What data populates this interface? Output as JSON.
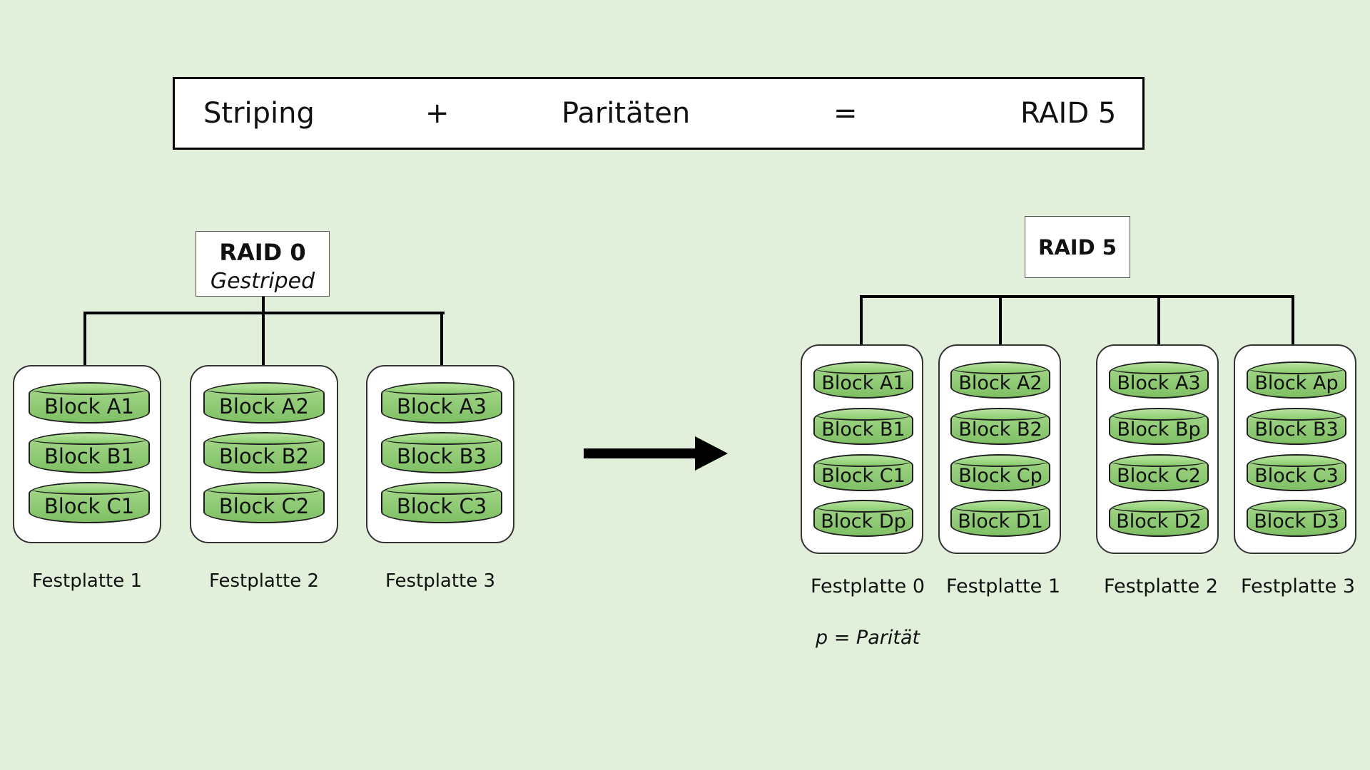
{
  "formula": {
    "term1": "Striping",
    "plus": "+",
    "term2": "Paritäten",
    "equals": "=",
    "result": "RAID 5"
  },
  "raid0": {
    "title": "RAID 0",
    "subtitle": "Gestriped",
    "disks": [
      {
        "caption": "Festplatte 1",
        "blocks": [
          "Block A1",
          "Block B1",
          "Block C1"
        ]
      },
      {
        "caption": "Festplatte 2",
        "blocks": [
          "Block A2",
          "Block B2",
          "Block C2"
        ]
      },
      {
        "caption": "Festplatte 3",
        "blocks": [
          "Block A3",
          "Block B3",
          "Block C3"
        ]
      }
    ]
  },
  "raid5": {
    "title": "RAID 5",
    "disks": [
      {
        "caption": "Festplatte 0",
        "blocks": [
          "Block A1",
          "Block B1",
          "Block C1",
          "Block Dp"
        ]
      },
      {
        "caption": "Festplatte 1",
        "blocks": [
          "Block A2",
          "Block B2",
          "Block Cp",
          "Block D1"
        ]
      },
      {
        "caption": "Festplatte 2",
        "blocks": [
          "Block A3",
          "Block Bp",
          "Block C2",
          "Block D2"
        ]
      },
      {
        "caption": "Festplatte 3",
        "blocks": [
          "Block Ap",
          "Block B3",
          "Block C3",
          "Block D3"
        ]
      }
    ],
    "legend": "p = Parität"
  },
  "colors": {
    "background": "#e2f0db",
    "block_fill": "#8fcc74",
    "line": "#000000"
  }
}
